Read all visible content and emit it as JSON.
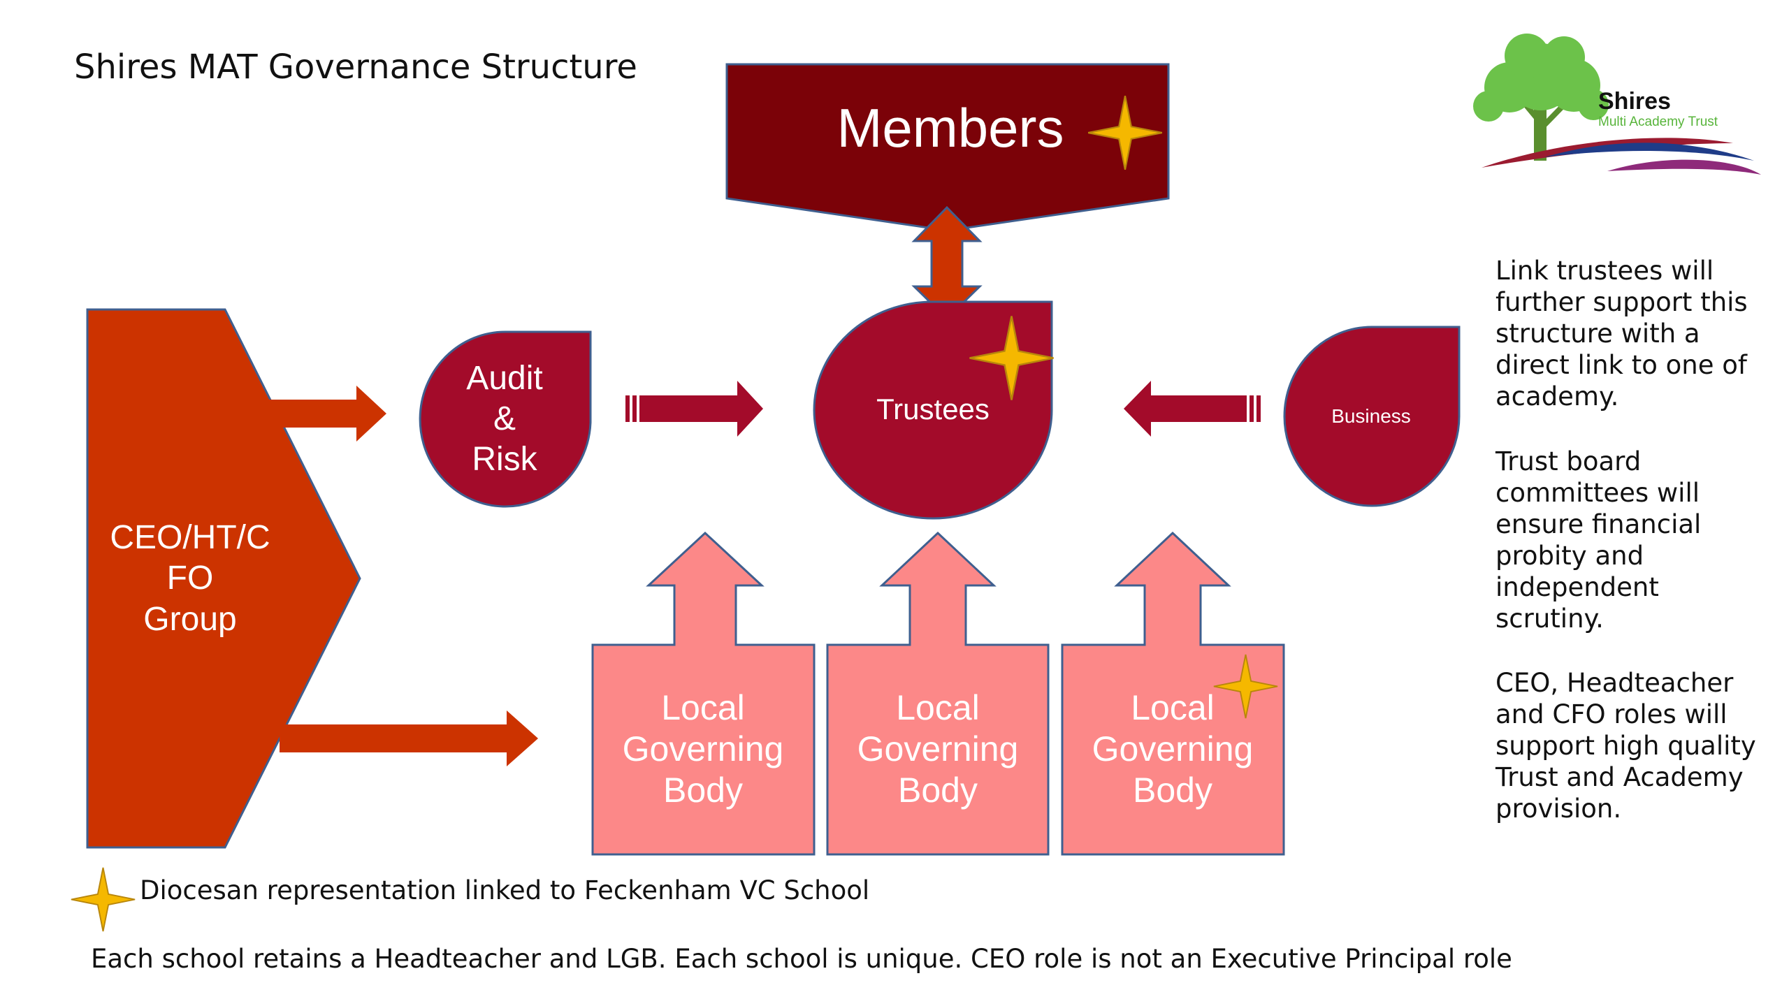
{
  "title": "Shires MAT Governance Structure",
  "logo": {
    "name": "Shires",
    "subtitle": "Multi Academy Trust"
  },
  "nodes": {
    "members": "Members",
    "trustees": "Trustees",
    "audit": [
      "Audit",
      "&",
      "Risk"
    ],
    "business": "Business",
    "ceo_group": [
      "CEO/HT/C",
      "FO",
      "Group"
    ],
    "lgb": [
      "Local",
      "Governing",
      "Body"
    ]
  },
  "side_notes": [
    "Link trustees will further support this structure with a direct link to one of academy.",
    "Trust board committees will ensure financial probity and independent scrutiny.",
    "CEO, Headteacher and CFO roles will support high quality Trust and Academy provision."
  ],
  "legend": "Diocesan representation linked to Feckenham VC School",
  "footnote": "Each school retains a Headteacher and LGB. Each school is unique. CEO role is not an Executive Principal role",
  "colors": {
    "members": "#7b0208",
    "trustees": "#a30b2a",
    "ceo": "#cc3300",
    "lgb": "#fc8888",
    "star": "#f5b800",
    "outline": "#3f5f8f"
  }
}
